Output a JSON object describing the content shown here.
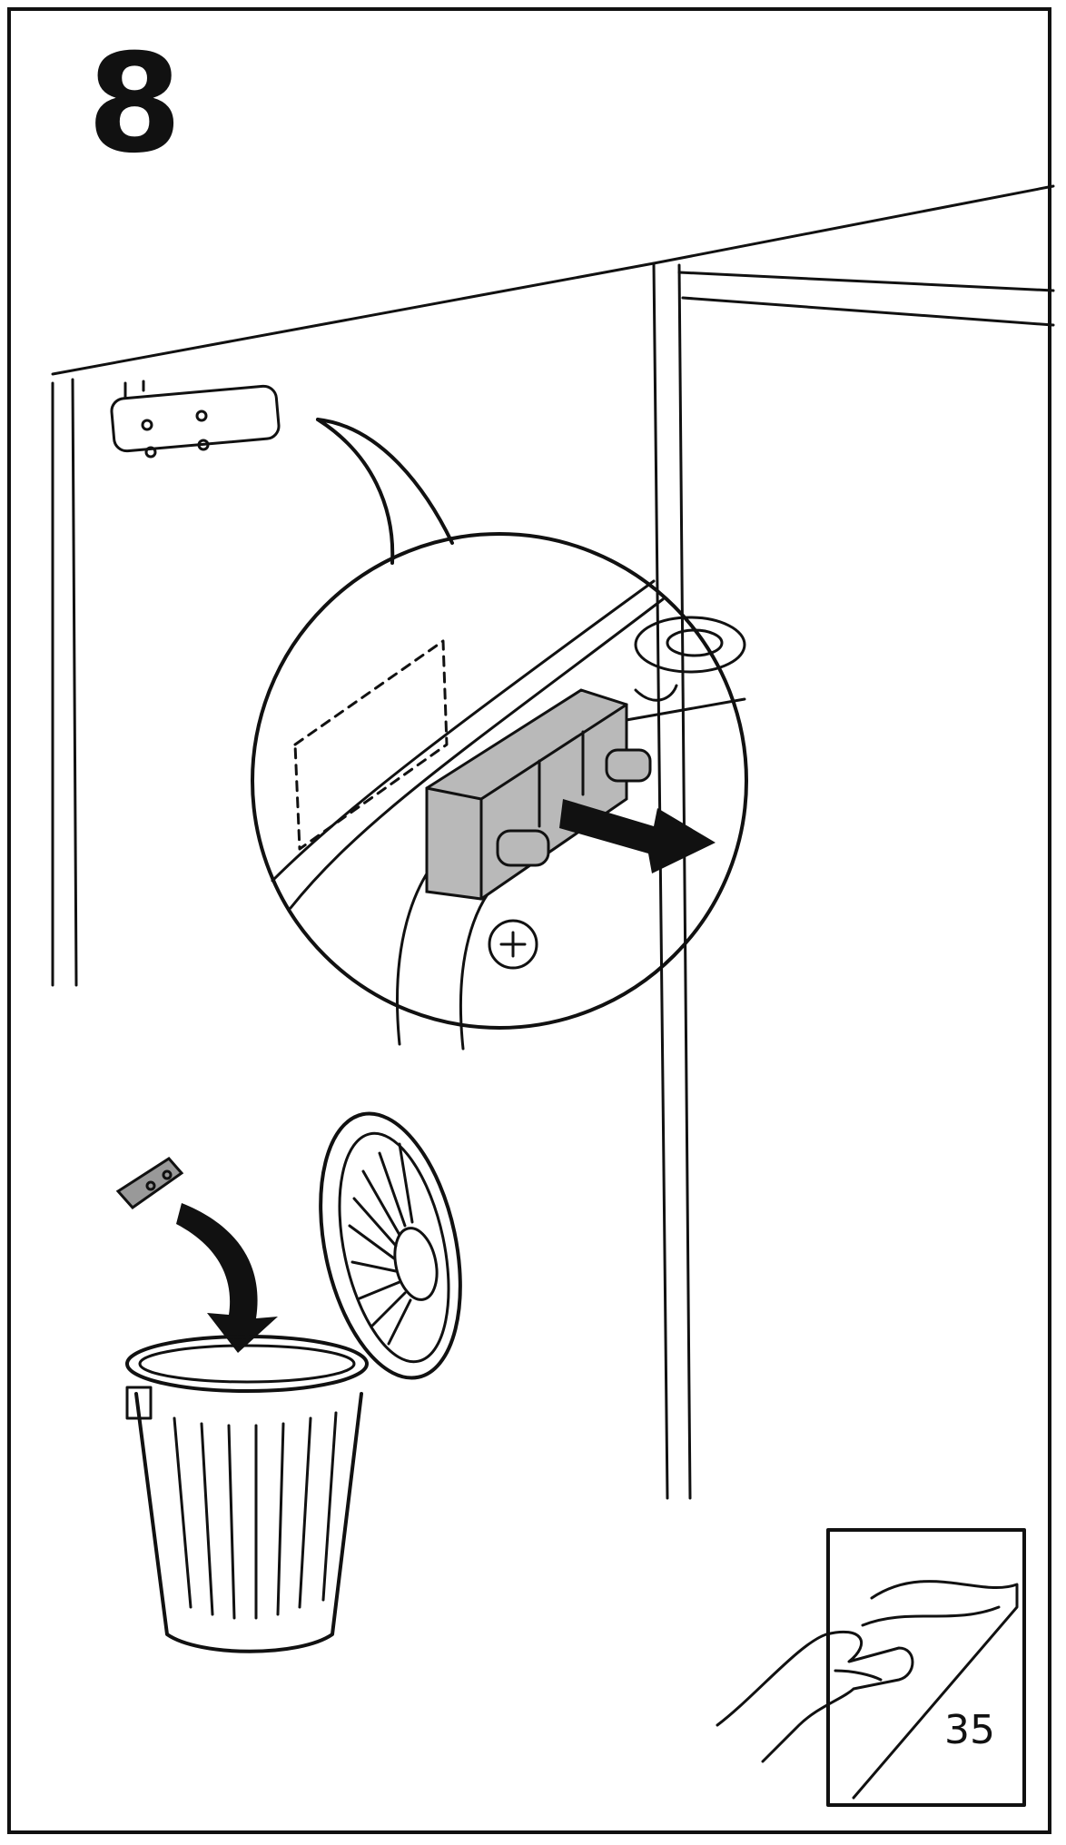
{
  "step": {
    "number": "8"
  },
  "footer": {
    "page_number": "35",
    "icon": "page-turn-icon"
  },
  "illustration": {
    "icons": [
      "cabinet",
      "door-damper",
      "magnifier-callout",
      "push-arrow",
      "discard-arrow",
      "waste-bin"
    ],
    "colors": {
      "line": "#111111",
      "part_fill": "#b9b9b9",
      "arrow_fill": "#111111",
      "background": "#ffffff"
    }
  }
}
